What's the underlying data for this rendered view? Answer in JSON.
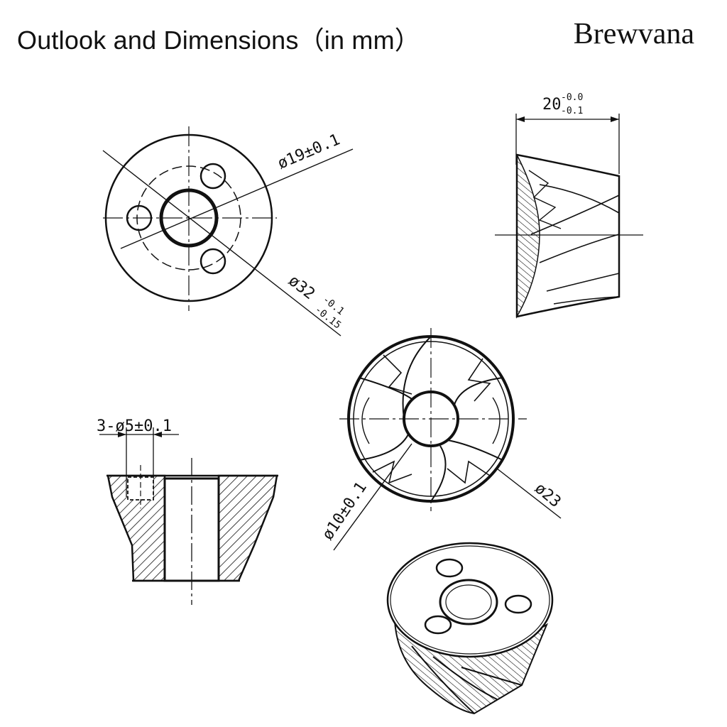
{
  "header": {
    "title": "Outlook and Dimensions（in mm）",
    "brand": "Brewvana"
  },
  "dimensions": {
    "bolt_circle": "ø19±0.1",
    "outer_diameter": "ø32",
    "outer_tol_upper": "-0.1",
    "outer_tol_lower": "-0.15",
    "height": "20",
    "height_tol_upper": "-0.0",
    "height_tol_lower": "-0.1",
    "holes": "3-ø5±0.1",
    "bore": "ø10±0.1",
    "small_diameter": "ø23"
  },
  "colors": {
    "line": "#111111",
    "background": "#ffffff"
  }
}
